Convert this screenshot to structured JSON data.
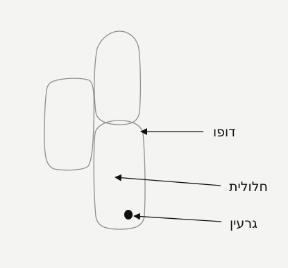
{
  "diagram": {
    "labels": {
      "cell_wall": "דופו",
      "vacuole": "חלולית",
      "nucleus": "גרעין"
    },
    "colors": {
      "paper": "#f4f4f2",
      "cell_outline": "#8e8e8e",
      "ink": "#111111"
    }
  }
}
